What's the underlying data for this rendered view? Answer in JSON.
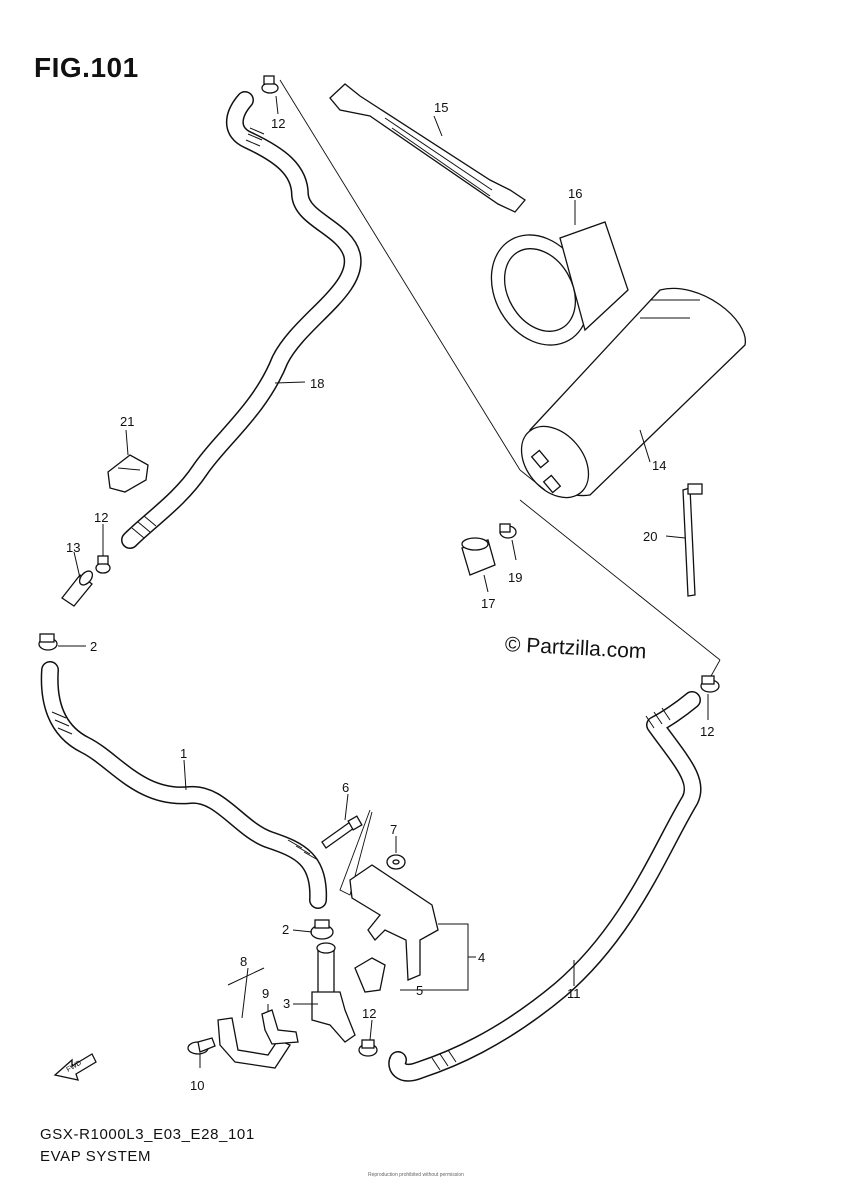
{
  "figure": {
    "title": "FIG.101",
    "watermark": "© Partzilla.com",
    "model_code": "GSX-R1000L3_E03_E28_101",
    "section_name": "EVAP SYSTEM",
    "fine_print": "Reproduction prohibited without permission"
  },
  "callouts": [
    {
      "id": "c1",
      "label": "1"
    },
    {
      "id": "c2a",
      "label": "2"
    },
    {
      "id": "c2b",
      "label": "2"
    },
    {
      "id": "c3",
      "label": "3"
    },
    {
      "id": "c4",
      "label": "4"
    },
    {
      "id": "c5",
      "label": "5"
    },
    {
      "id": "c6",
      "label": "6"
    },
    {
      "id": "c7",
      "label": "7"
    },
    {
      "id": "c8",
      "label": "8"
    },
    {
      "id": "c9",
      "label": "9"
    },
    {
      "id": "c10",
      "label": "10"
    },
    {
      "id": "c11",
      "label": "11"
    },
    {
      "id": "c12a",
      "label": "12"
    },
    {
      "id": "c12b",
      "label": "12"
    },
    {
      "id": "c12c",
      "label": "12"
    },
    {
      "id": "c12d",
      "label": "12"
    },
    {
      "id": "c13",
      "label": "13"
    },
    {
      "id": "c14",
      "label": "14"
    },
    {
      "id": "c15",
      "label": "15"
    },
    {
      "id": "c16",
      "label": "16"
    },
    {
      "id": "c17",
      "label": "17"
    },
    {
      "id": "c18",
      "label": "18"
    },
    {
      "id": "c19",
      "label": "19"
    },
    {
      "id": "c20",
      "label": "20"
    },
    {
      "id": "c21",
      "label": "21"
    }
  ],
  "fwd_label": "FWD"
}
